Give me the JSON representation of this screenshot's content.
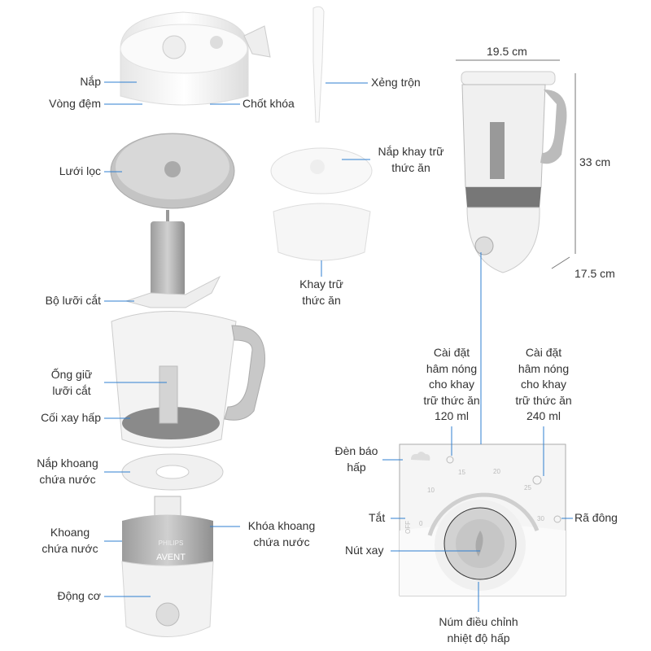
{
  "parts": {
    "lid": "Nắp",
    "seal": "Vòng đệm",
    "lock_pin": "Chốt khóa",
    "strainer": "Lưới lọc",
    "blade_set": "Bộ lưỡi cắt",
    "blade_holder": [
      "Ống giữ",
      "lưỡi cắt"
    ],
    "jar": "Cối xay hấp",
    "water_tank_lid": [
      "Nắp khoang",
      "chứa nước"
    ],
    "water_tank": [
      "Khoang",
      "chứa nước"
    ],
    "water_tank_lock": [
      "Khóa khoang",
      "chứa nước"
    ],
    "motor": "Động cơ",
    "spatula": "Xẻng trộn",
    "storage_lid": [
      "Nắp khay trữ",
      "thức ăn"
    ],
    "storage_tray": [
      "Khay trữ",
      "thức ăn"
    ]
  },
  "dimensions": {
    "width": "19.5 cm",
    "height": "33 cm",
    "depth": "17.5 cm"
  },
  "controls": {
    "reheat_120": [
      "Cài đặt",
      "hâm nóng",
      "cho khay",
      "trữ thức ăn",
      "120 ml"
    ],
    "reheat_240": [
      "Cài đặt",
      "hâm nóng",
      "cho khay",
      "trữ thức ăn",
      "240 ml"
    ],
    "steam_light": [
      "Đèn báo",
      "hấp"
    ],
    "off": "Tắt",
    "defrost": "Rã đông",
    "blend_button": "Nút xay",
    "steam_knob": [
      "Núm điều chỉnh",
      "nhiệt độ hấp"
    ],
    "dial_ticks": [
      "OFF",
      "0",
      "10",
      "15",
      "20",
      "25",
      "30"
    ]
  },
  "brand": [
    "PHILIPS",
    "AVENT"
  ],
  "colors": {
    "line": "#2f7fd0",
    "body": "#f4f4f4",
    "shade": "#c9c9c9"
  }
}
